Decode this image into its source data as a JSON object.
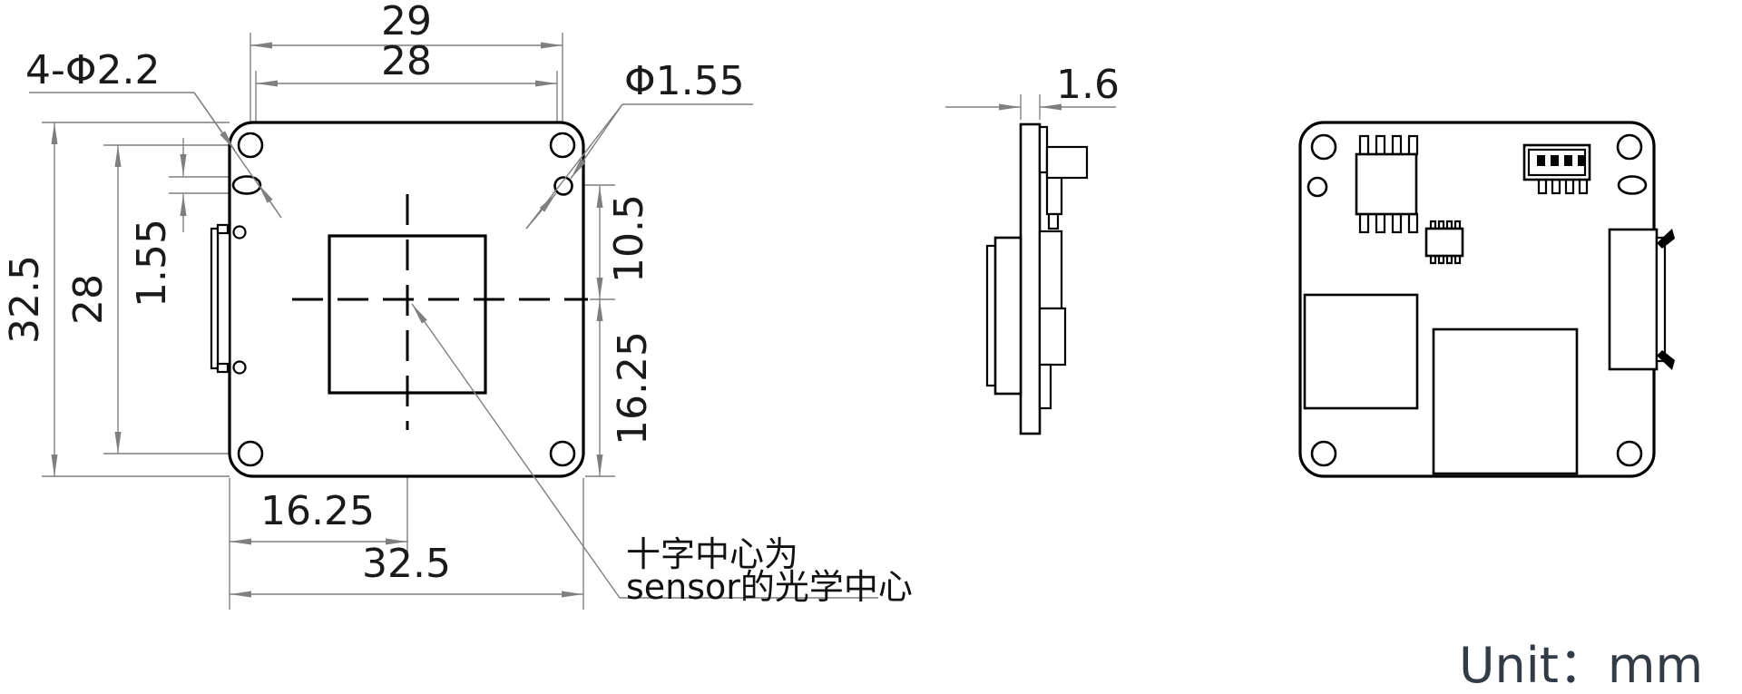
{
  "drawing": {
    "unit_label": "Unit：mm",
    "labels": {
      "corner_holes": "4-Φ2.2",
      "pin_hole": "Φ1.55"
    },
    "note": {
      "line1": "十字中心为",
      "line2": "sensor的光学中心"
    },
    "front": {
      "dim_hole_span_h": "29",
      "dim_pinhole_span_h": "28",
      "dim_height": "32.5",
      "dim_hole_span_v": "28",
      "dim_slot": "1.55",
      "dim_pinhole_to_center": "10.5",
      "dim_center_to_bottom": "16.25",
      "dim_left_to_center": "16.25",
      "dim_width": "32.5"
    },
    "side": {
      "dim_thickness": "1.6"
    }
  }
}
